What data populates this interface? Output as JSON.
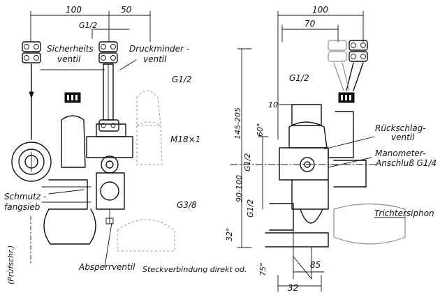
{
  "left_view": {
    "dim_100": "100",
    "dim_50": "50",
    "g12_top": "G1/2",
    "sicherheitsventil": [
      "Sicherheits",
      "ventil"
    ],
    "druckminderventil": [
      "Druckminder -",
      "ventil"
    ],
    "g12_right": "G1/2",
    "m18": "M18×1",
    "schmutzfangsieb": [
      "Schmutz -",
      "fangsieb"
    ],
    "g38": "G3/8",
    "pruefschr": "(Prüfschr.)",
    "absperrventil": "Absperrventil",
    "steckverbindung": "Steckverbindung direkt od."
  },
  "right_view": {
    "dim_100": "100",
    "dim_70": "70",
    "g12_top": "G1/2",
    "dim_10": "10",
    "dim_145_205": "145-205",
    "angle_60": "60°",
    "g12_mid": "G1/2",
    "dim_90_100": "90-100",
    "g12_low": "G1/2",
    "angle_32": "32°",
    "angle_75": "75°",
    "dim_85": "85",
    "dim_32": "32",
    "rueckschlagventil": [
      "Rückschlag-",
      "ventil"
    ],
    "manometer": [
      "Manometer-",
      "Anschluß G1/4"
    ],
    "trichtersiphon": "Trichtersiphon"
  }
}
